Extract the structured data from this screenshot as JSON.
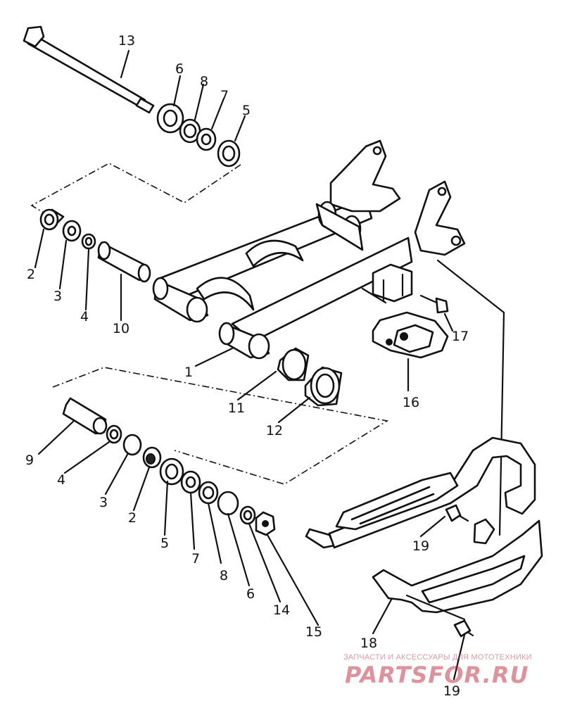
{
  "labels": [
    {
      "id": "1",
      "text": "1"
    },
    {
      "id": "2a",
      "text": "2"
    },
    {
      "id": "2b",
      "text": "2"
    },
    {
      "id": "3a",
      "text": "3"
    },
    {
      "id": "3b",
      "text": "3"
    },
    {
      "id": "4a",
      "text": "4"
    },
    {
      "id": "4b",
      "text": "4"
    },
    {
      "id": "5a",
      "text": "5"
    },
    {
      "id": "5b",
      "text": "5"
    },
    {
      "id": "6a",
      "text": "6"
    },
    {
      "id": "6b",
      "text": "6"
    },
    {
      "id": "7a",
      "text": "7"
    },
    {
      "id": "7b",
      "text": "7"
    },
    {
      "id": "8a",
      "text": "8"
    },
    {
      "id": "8b",
      "text": "8"
    },
    {
      "id": "9",
      "text": "9"
    },
    {
      "id": "10",
      "text": "10"
    },
    {
      "id": "11",
      "text": "11"
    },
    {
      "id": "12",
      "text": "12"
    },
    {
      "id": "13",
      "text": "13"
    },
    {
      "id": "14",
      "text": "14"
    },
    {
      "id": "15",
      "text": "15"
    },
    {
      "id": "16",
      "text": "16"
    },
    {
      "id": "17",
      "text": "17"
    },
    {
      "id": "18",
      "text": "18"
    },
    {
      "id": "19a",
      "text": "19"
    },
    {
      "id": "19b",
      "text": "19"
    }
  ],
  "watermark": {
    "subtitle": "ЗАПЧАСТИ И АКСЕССУАРЫ ДЛЯ МОТОТЕХНИКИ",
    "logo": "PARTSFOR.RU",
    "color": "#c0283c"
  }
}
